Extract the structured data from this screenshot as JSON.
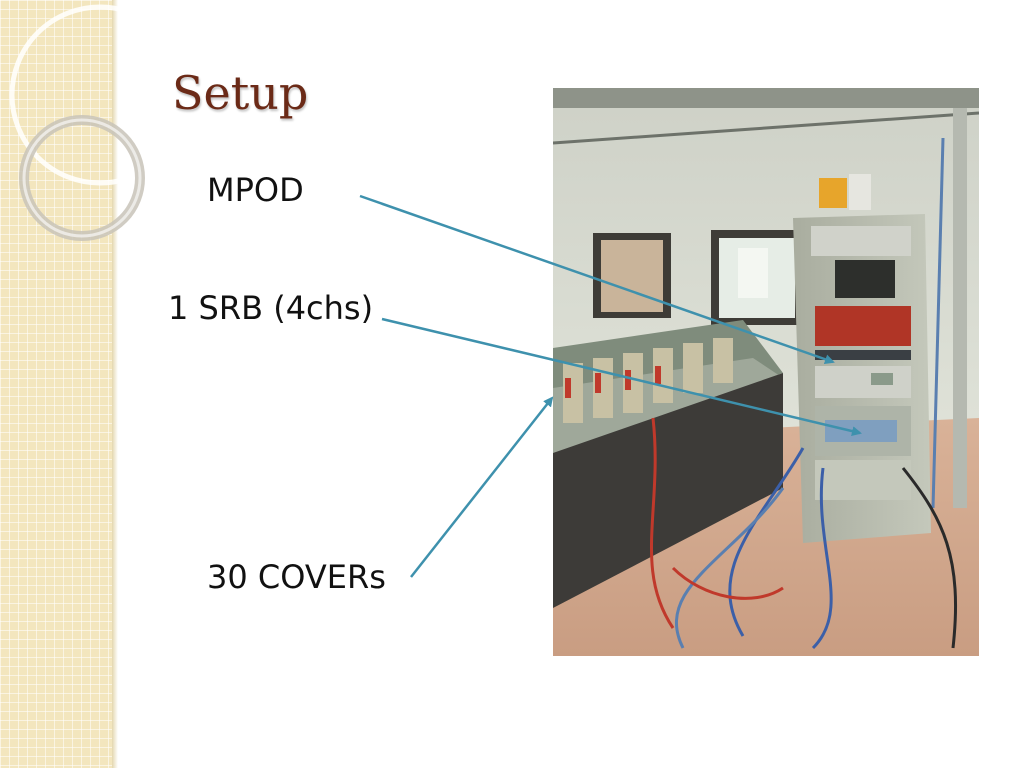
{
  "slide": {
    "title": "Setup",
    "labels": {
      "mpod": "MPOD",
      "srb": "1 SRB (4chs)",
      "covers": "30 COVERs"
    }
  },
  "photo": {
    "subject": "lab-rack-photo"
  },
  "colors": {
    "title": "#6b2a17",
    "arrow": "#3e91ad",
    "side_band": "#f3e6be",
    "text": "#111111"
  }
}
